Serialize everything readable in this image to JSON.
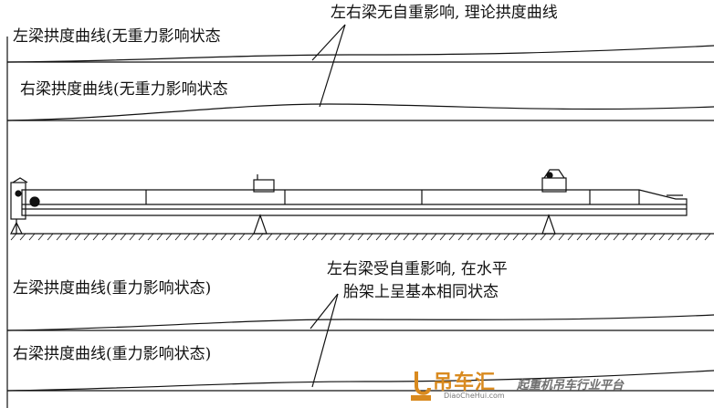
{
  "labels": {
    "left_no_gravity": "左梁拱度曲线(无重力影响状态",
    "right_no_gravity": "右梁拱度曲线(无重力影响状态",
    "note_no_gravity": "左右梁无自重影响, 理论拱度曲线",
    "left_gravity": "左梁拱度曲线(重力影响状态)",
    "note_gravity_line1": "左右梁受自重影响, 在水平",
    "note_gravity_line2": "胎架上呈基本相同状态",
    "right_gravity": "右梁拱度曲线(重力影响状态)"
  },
  "watermark": {
    "brand": "吊车汇",
    "site": "DiaoCheHui.com",
    "slogan": "起重机吊车行业平台",
    "brand_color": "#d98a1f"
  },
  "colors": {
    "line": "#111111",
    "background": "#ffffff"
  }
}
